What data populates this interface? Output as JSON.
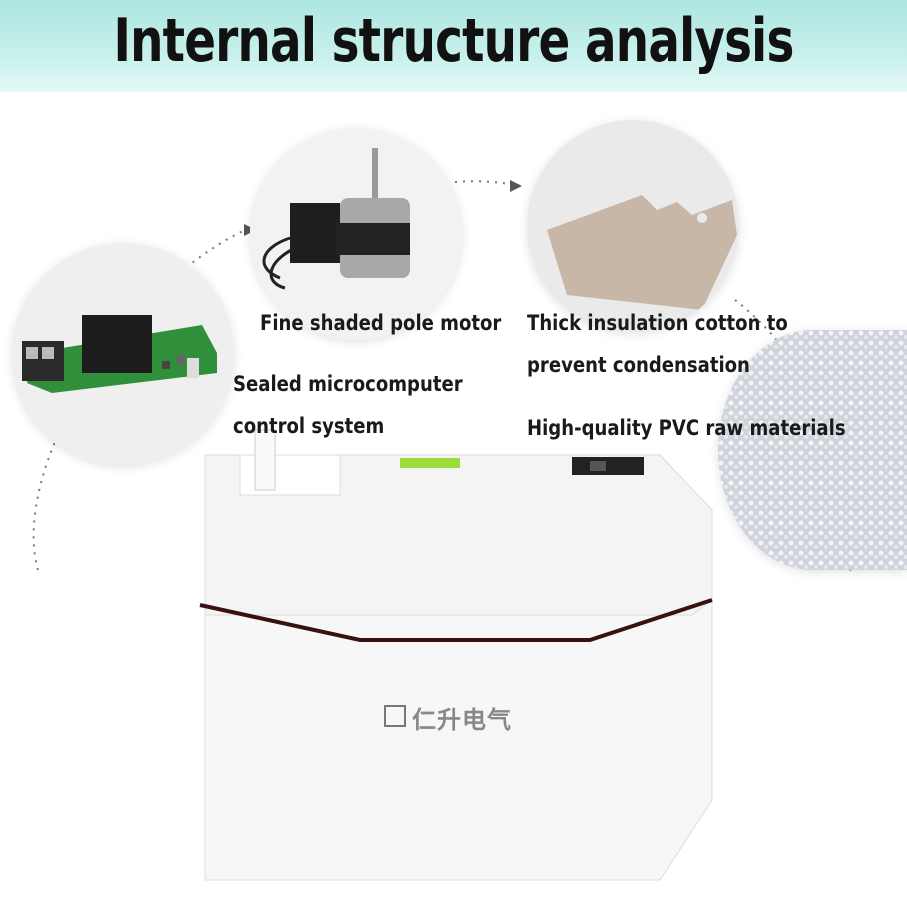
{
  "title": "Internal structure analysis",
  "labels": {
    "motor": "Fine shaded pole motor",
    "insulation_line1": "Thick insulation cotton to",
    "insulation_line2": "prevent condensation",
    "control_line1": "Sealed microcomputer",
    "control_line2": "control system",
    "pvc": "High-quality PVC raw materials"
  },
  "brand_mark": "仁升电气",
  "colors": {
    "header": "#b8ebe6",
    "pcb": "#2f8f3a",
    "pump_body": "#f5f5f5",
    "seam": "#3a1010"
  }
}
